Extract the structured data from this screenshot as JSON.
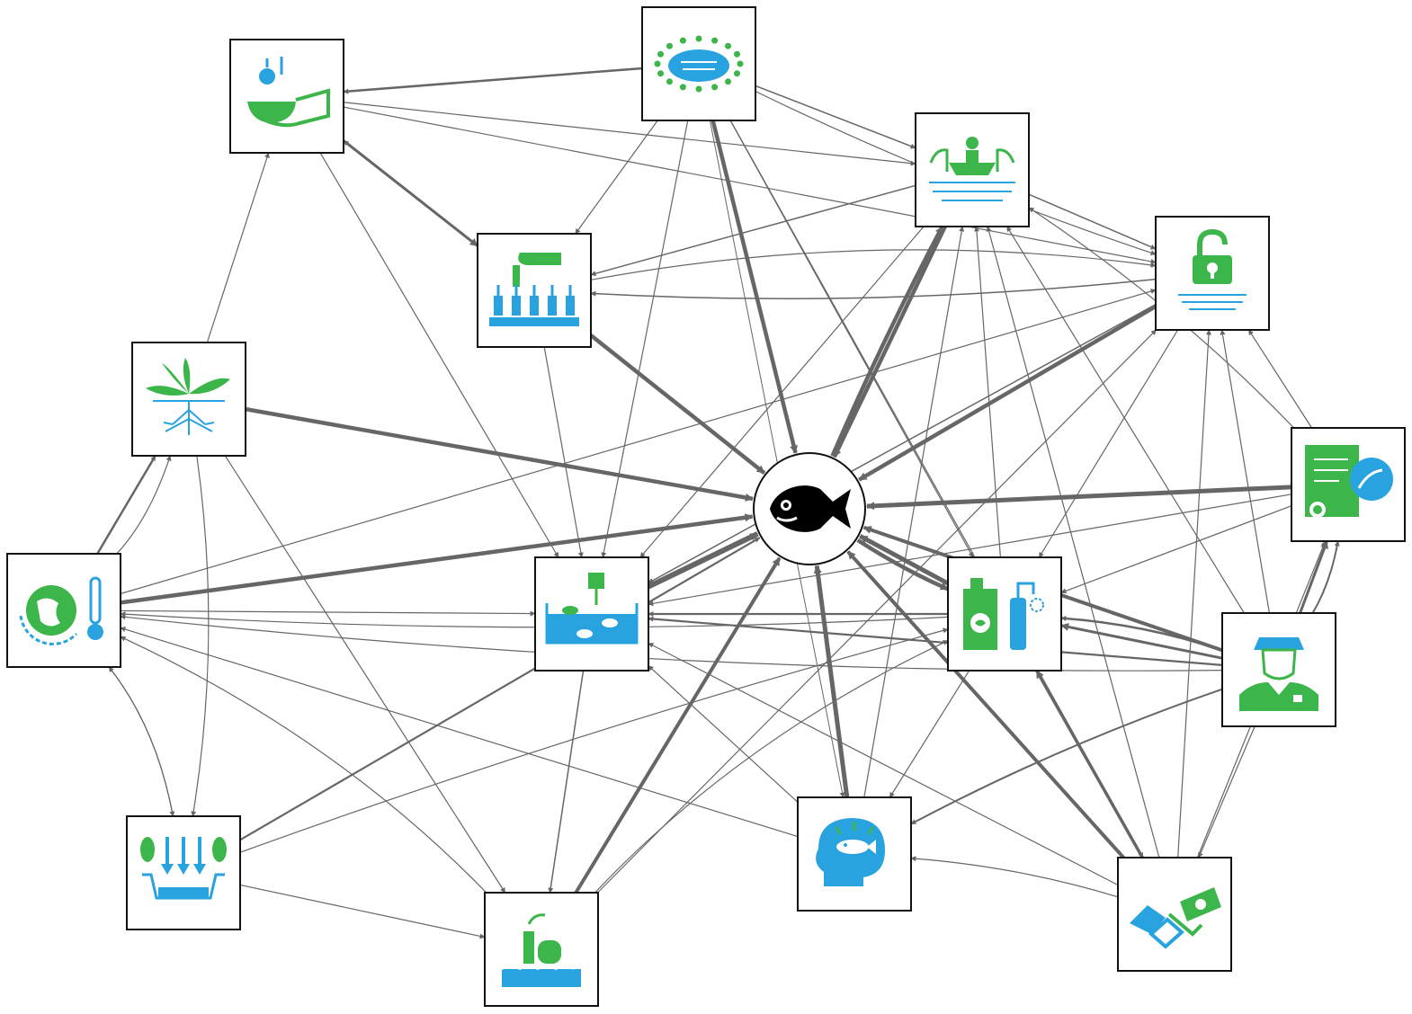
{
  "diagram": {
    "colors": {
      "green": "#3cb54a",
      "blue": "#29a3e0",
      "edge": "#666666",
      "center": "#000000"
    },
    "nodes": [
      {
        "id": "central-fish",
        "icon": "fish-icon"
      },
      {
        "id": "lake-community",
        "icon": "lake-with-trees-icon"
      },
      {
        "id": "investment",
        "icon": "hand-giving-money-icon"
      },
      {
        "id": "fishing-boat",
        "icon": "fisherman-boat-icon"
      },
      {
        "id": "open-access",
        "icon": "open-lock-water-icon"
      },
      {
        "id": "participation",
        "icon": "hand-voting-icon"
      },
      {
        "id": "aquatic-plants",
        "icon": "plant-roots-icon"
      },
      {
        "id": "license",
        "icon": "certificate-icon"
      },
      {
        "id": "climate",
        "icon": "globe-thermometer-icon"
      },
      {
        "id": "water-quality",
        "icon": "aquarium-sensor-icon"
      },
      {
        "id": "chemicals",
        "icon": "chemical-bottles-icon"
      },
      {
        "id": "enforcement",
        "icon": "police-officer-icon"
      },
      {
        "id": "runoff",
        "icon": "runoff-catchment-icon"
      },
      {
        "id": "industry",
        "icon": "factory-water-icon"
      },
      {
        "id": "knowledge",
        "icon": "head-fish-icon"
      },
      {
        "id": "trade",
        "icon": "handshake-money-icon"
      }
    ]
  }
}
